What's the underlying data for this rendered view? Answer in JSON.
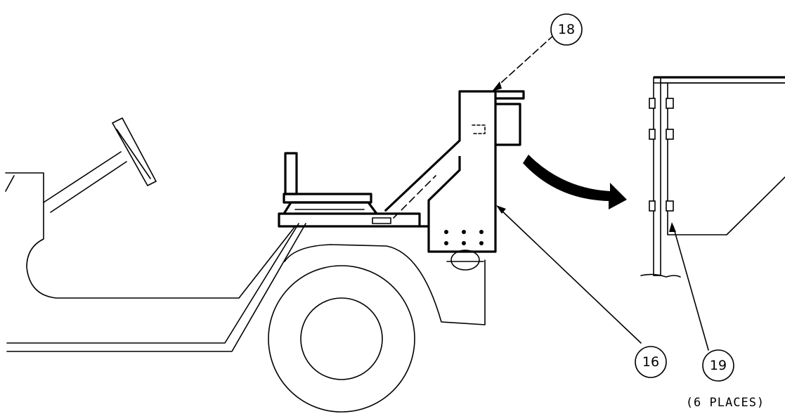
{
  "callouts": {
    "c18": "18",
    "c16": "16",
    "c19": "19"
  },
  "note": "(6 PLACES)"
}
